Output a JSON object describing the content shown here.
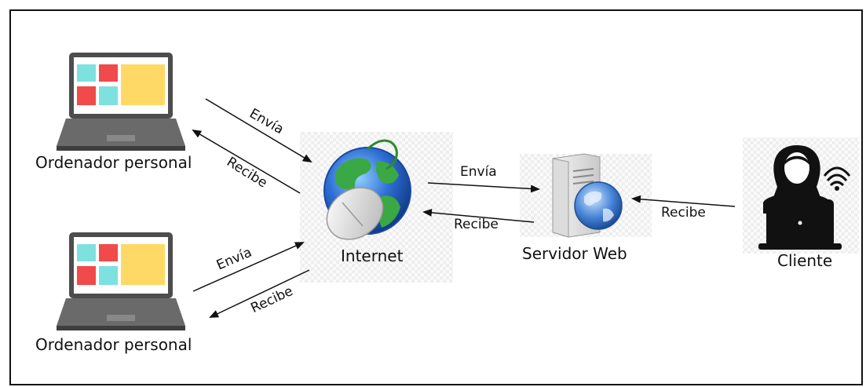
{
  "nodes": {
    "pc_top": {
      "label": "Ordenador personal"
    },
    "pc_bottom": {
      "label": "Ordenador personal"
    },
    "internet": {
      "label": "Internet"
    },
    "server": {
      "label": "Servidor Web"
    },
    "client": {
      "label": "Cliente"
    }
  },
  "edges": {
    "pc_top_send": "Envía",
    "pc_top_receive": "Recibe",
    "pc_bottom_send": "Envía",
    "pc_bottom_receive": "Recibe",
    "server_send": "Envía",
    "server_receive": "Recibe",
    "client_receive": "Recibe"
  },
  "colors": {
    "tile_red": "#f04a4a",
    "tile_cyan": "#7fe0e0",
    "tile_yellow": "#ffd966",
    "laptop_body": "#555555",
    "globe_blue": "#2f6fd6",
    "globe_green": "#3aa844"
  }
}
